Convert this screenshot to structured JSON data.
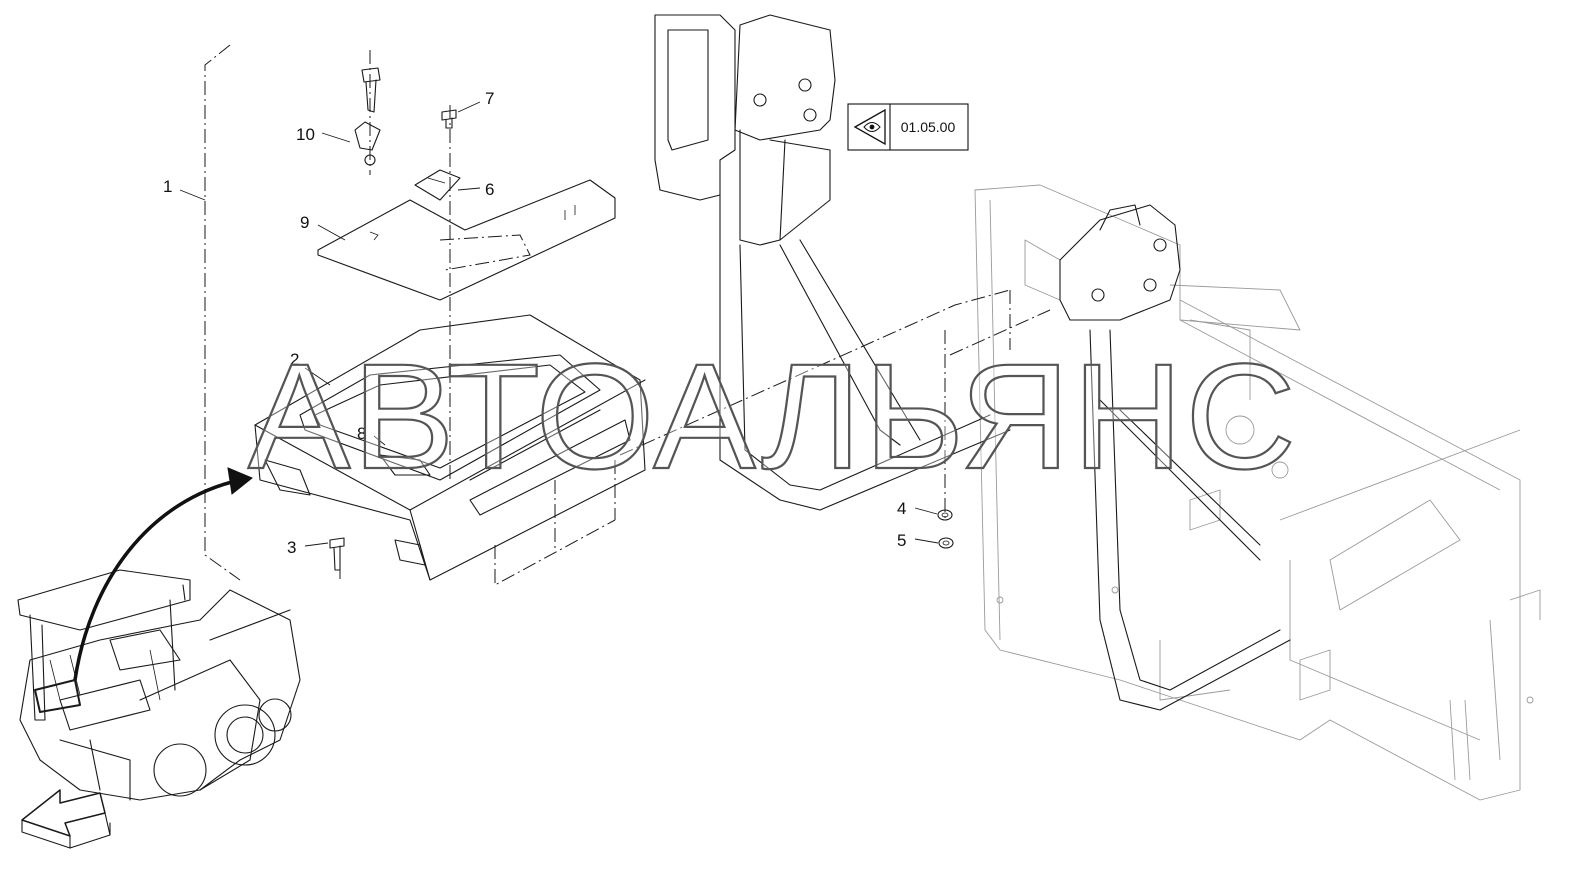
{
  "diagram": {
    "reference_box": {
      "icon": "eye-icon",
      "label": "01.05.00"
    },
    "callouts": [
      {
        "id": "1",
        "label": "1"
      },
      {
        "id": "2",
        "label": "2"
      },
      {
        "id": "3",
        "label": "3"
      },
      {
        "id": "4",
        "label": "4"
      },
      {
        "id": "5",
        "label": "5"
      },
      {
        "id": "6",
        "label": "6"
      },
      {
        "id": "7",
        "label": "7"
      },
      {
        "id": "8",
        "label": "8"
      },
      {
        "id": "9",
        "label": "9"
      },
      {
        "id": "10",
        "label": "10"
      }
    ],
    "watermark": "АВТОАЛЬЯНС",
    "icons": [
      "view-arrow-icon",
      "location-arrow-icon"
    ]
  }
}
